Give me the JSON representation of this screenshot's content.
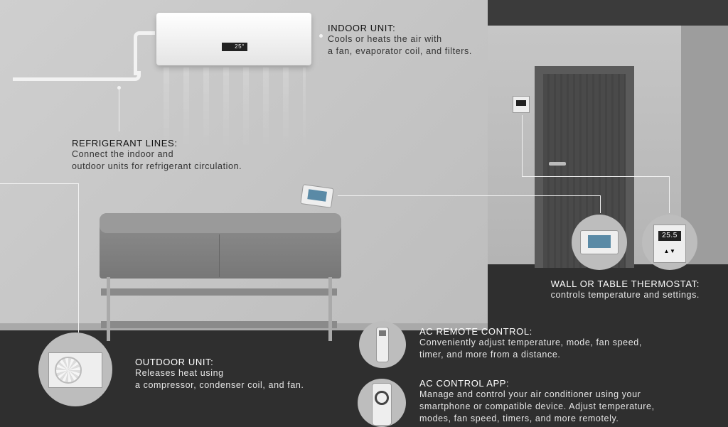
{
  "indoor_unit": {
    "title": "INDOOR UNIT:",
    "desc_1": "Cools or heats the air with",
    "desc_2": "a fan, evaporator coil, and filters.",
    "display": "25°"
  },
  "refrigerant_lines": {
    "title": "REFRIGERANT LINES:",
    "desc_1": "Connect the indoor and",
    "desc_2": "outdoor units for refrigerant circulation."
  },
  "outdoor_unit": {
    "title": "OUTDOOR UNIT:",
    "desc_1": "Releases heat using",
    "desc_2": "a compressor, condenser coil, and fan."
  },
  "thermostat": {
    "title": "WALL OR TABLE THERMOSTAT:",
    "desc_1": "controls temperature and settings.",
    "display": "25.5"
  },
  "remote": {
    "title": "AC REMOTE CONTROL:",
    "desc_1": "Conveniently adjust temperature, mode, fan speed,",
    "desc_2": "timer, and more from a distance."
  },
  "app": {
    "title": "AC CONTROL APP:",
    "desc_1": "Manage and control your air conditioner using your",
    "desc_2": "smartphone or compatible device. Adjust temperature,",
    "desc_3": "modes, fan speed, timers, and more remotely."
  }
}
